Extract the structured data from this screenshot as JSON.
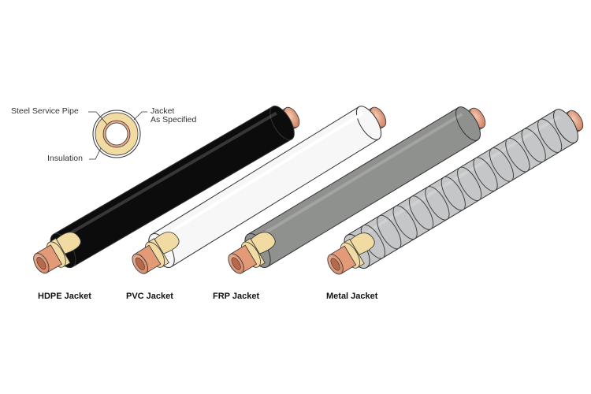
{
  "callouts": {
    "service_pipe": "Steel Service Pipe",
    "jacket_line1": "Jacket",
    "jacket_line2": "As Specified",
    "insulation": "Insulation"
  },
  "pipes": [
    {
      "label": "HDPE Jacket",
      "jacket_color": "#0c0c0c",
      "style": "solid"
    },
    {
      "label": "PVC Jacket",
      "jacket_color": "#f7f7f7",
      "style": "solid"
    },
    {
      "label": "FRP Jacket",
      "jacket_color": "#8f918e",
      "style": "solid"
    },
    {
      "label": "Metal Jacket",
      "jacket_color": "#c4c6c7",
      "style": "spiral"
    }
  ],
  "colors": {
    "copper": "#e39a77",
    "copper_dark": "#b8694a",
    "insulation": "#f1dba3",
    "outline": "#333333"
  }
}
